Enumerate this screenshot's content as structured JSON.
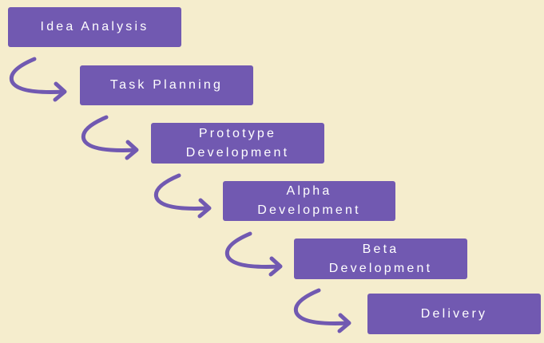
{
  "colors": {
    "background": "#f5edcd",
    "box": "#7159b1",
    "text": "#ffffff"
  },
  "steps": [
    {
      "lines": [
        "Idea Analysis"
      ]
    },
    {
      "lines": [
        "Task Planning"
      ]
    },
    {
      "lines": [
        "Prototype",
        "Development"
      ]
    },
    {
      "lines": [
        "Alpha",
        "Development"
      ]
    },
    {
      "lines": [
        "Beta",
        "Development"
      ]
    },
    {
      "lines": [
        "Delivery"
      ]
    }
  ],
  "connectors": [
    "curved-arrow-icon",
    "curved-arrow-icon",
    "curved-arrow-icon",
    "curved-arrow-icon",
    "curved-arrow-icon"
  ]
}
